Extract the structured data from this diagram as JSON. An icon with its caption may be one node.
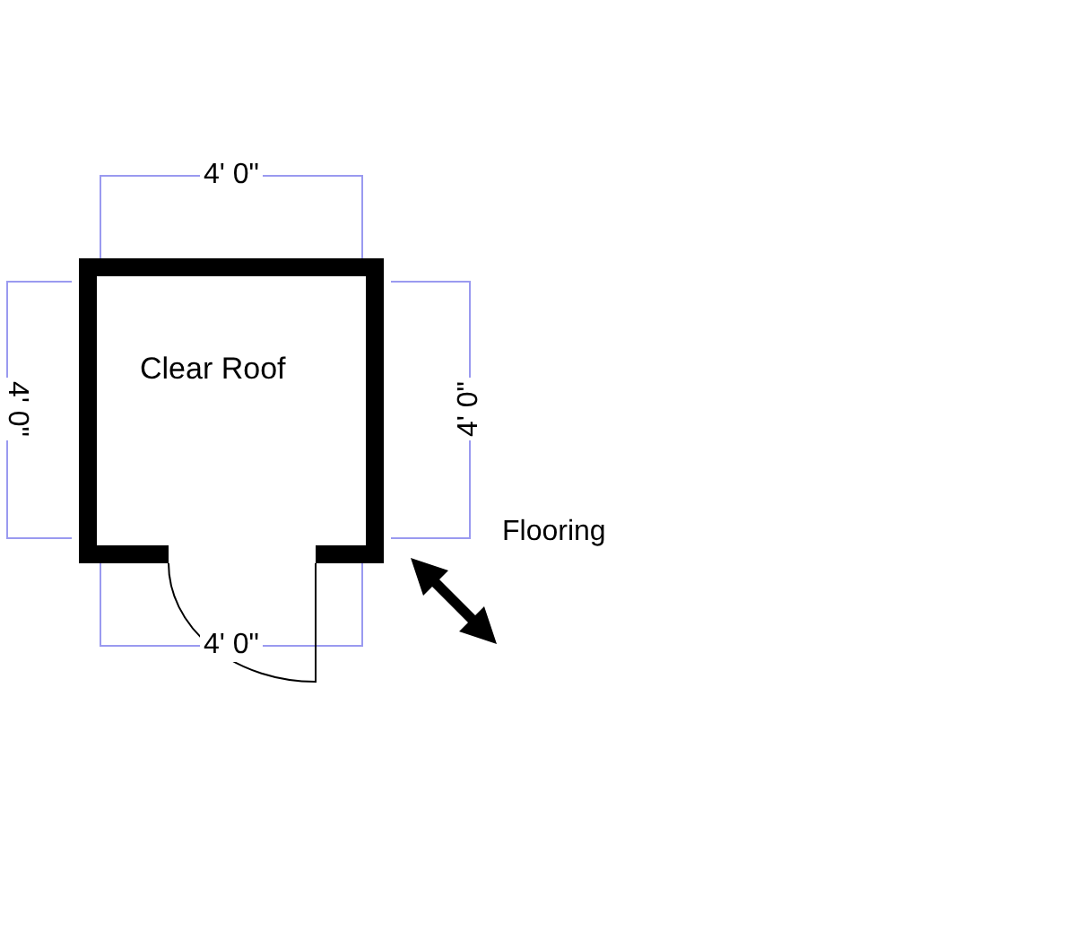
{
  "diagram": {
    "nodes": [
      {
        "text": [
          "Clear Roof"
        ]
      }
    ],
    "labels": [
      "4' 0\"",
      "4' 0\"",
      "4' 0\"",
      "Flooring",
      "4' 0\""
    ]
  }
}
